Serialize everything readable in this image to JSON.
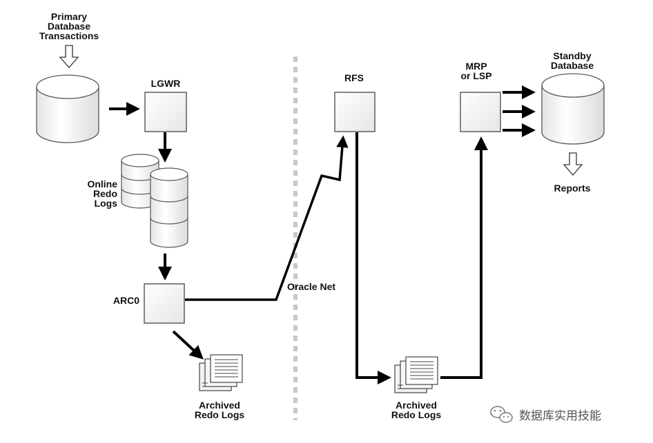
{
  "labels": {
    "primary_line1": "Primary",
    "primary_line2": "Database",
    "primary_line3": "Transactions",
    "lgwr": "LGWR",
    "online_line1": "Online",
    "online_line2": "Redo",
    "online_line3": "Logs",
    "arc0": "ARC0",
    "archived_line1": "Archived",
    "archived_line2": "Redo Logs",
    "oracle_net": "Oracle Net",
    "rfs": "RFS",
    "standby_archived_line1": "Archived",
    "standby_archived_line2": "Redo Logs",
    "mrp_line1": "MRP",
    "mrp_line2": "or LSP",
    "standby_line1": "Standby",
    "standby_line2": "Database",
    "reports": "Reports"
  },
  "watermark": {
    "text": "数据库实用技能",
    "icon": "wechat-icon"
  },
  "colors": {
    "line": "#000000",
    "box_fill": "#f4f4f4",
    "cylinder_fill": "#f7f7f7",
    "divider": "#c8c8c8"
  }
}
